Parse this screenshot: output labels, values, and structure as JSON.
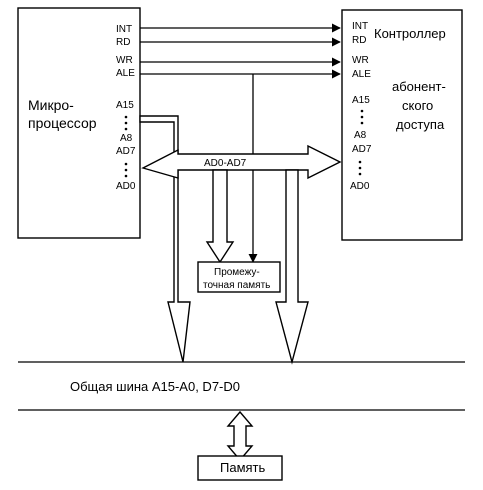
{
  "cpu": {
    "title_line1": "Микро-",
    "title_line2": "процессор",
    "pins": [
      "INT",
      "RD",
      "WR",
      "ALE",
      "A15",
      "A8",
      "AD7",
      "AD0"
    ]
  },
  "controller": {
    "title_line1": "Контроллер",
    "title_line2": "абонент-",
    "title_line3": "ского",
    "title_line4": "доступа",
    "pins": [
      "INT",
      "RD",
      "WR",
      "ALE",
      "A15",
      "A8",
      "AD7",
      "AD0"
    ]
  },
  "bus_label": "AD0-AD7",
  "buffer": {
    "line1": "Промежу-",
    "line2": "точная память"
  },
  "system_bus": "Общая шина  A15-A0, D7-D0",
  "memory": "Память"
}
